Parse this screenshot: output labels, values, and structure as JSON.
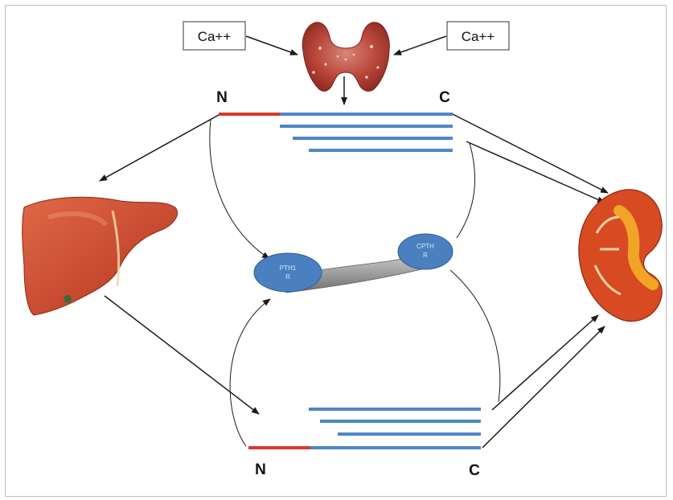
{
  "diagram": {
    "input_left": "Ca++",
    "input_right": "Ca++",
    "top_fragment": {
      "n_terminus": "N",
      "c_terminus": "C"
    },
    "bottom_fragment": {
      "n_terminus": "N",
      "c_terminus": "C"
    },
    "receptor_left": {
      "line1": "PTH1",
      "line2": "R"
    },
    "receptor_right": {
      "line1": "CPTH",
      "line2": "R"
    },
    "colors": {
      "n_segment": "#d63a2e",
      "peptide": "#4f86c6",
      "receptor": "#4a80bf",
      "thyroid": "#b83a2a",
      "liver": "#c8452b",
      "kidney": "#d84a22"
    },
    "icons": [
      "thyroid-gland-icon",
      "liver-icon",
      "kidney-icon"
    ]
  }
}
